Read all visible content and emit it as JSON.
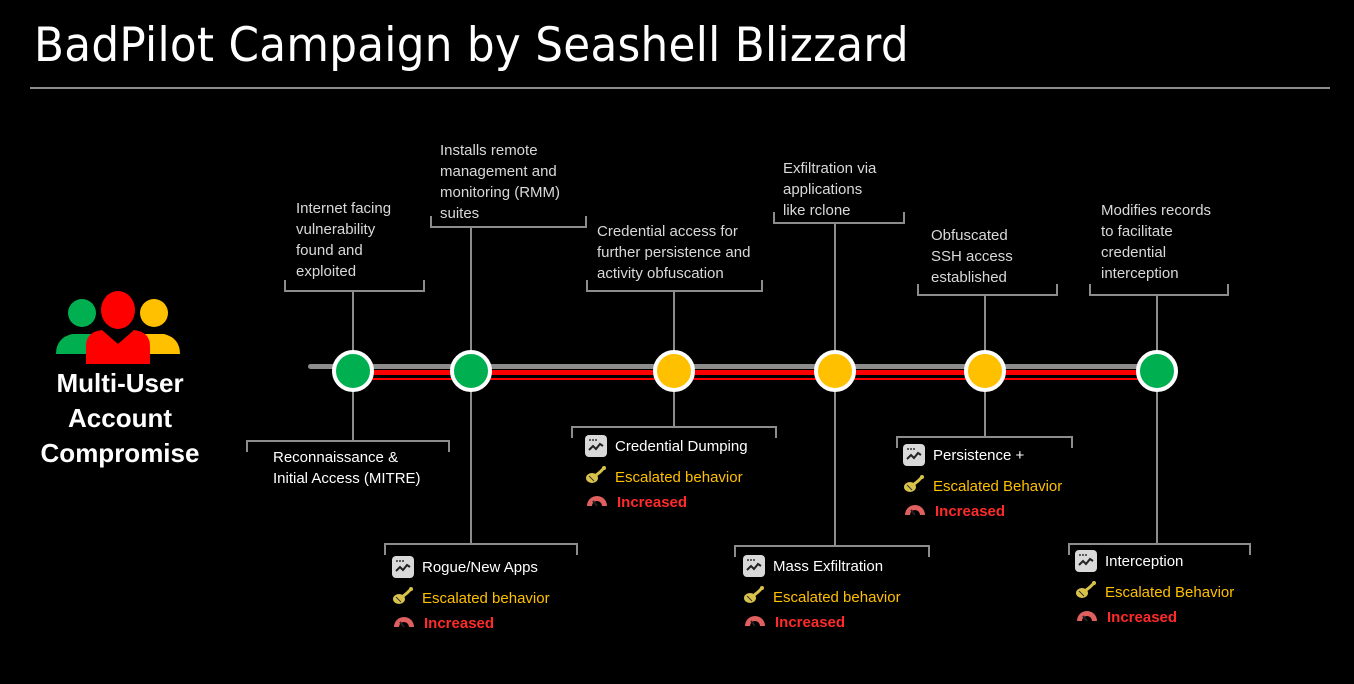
{
  "title": "BadPilot Campaign by Seashell Blizzard",
  "left_label": [
    "Multi-User",
    "Account",
    "Compromise"
  ],
  "colors": {
    "green": "#00b050",
    "yellow": "#ffc000",
    "red": "#ff0000",
    "gray": "#8c8c8c"
  },
  "steps": [
    {
      "status": "green",
      "top": [
        "Internet facing",
        "vulnerability",
        "found and",
        "exploited"
      ],
      "bottom_label": [
        "Reconnaissance &",
        "Initial Access (MITRE)"
      ]
    },
    {
      "status": "green",
      "top": [
        "Installs remote",
        "management and",
        "monitoring (RMM)",
        "suites"
      ],
      "card": {
        "title": "Rogue/New Apps",
        "behavior": "Escalated behavior",
        "level": "Increased"
      }
    },
    {
      "status": "yellow",
      "top": [
        "Credential access for",
        "further persistence and",
        "activity obfuscation"
      ],
      "card": {
        "title": "Credential Dumping",
        "behavior": "Escalated behavior",
        "level": "Increased"
      }
    },
    {
      "status": "yellow",
      "top": [
        "Exfiltration via",
        "applications",
        "like rclone"
      ],
      "card": {
        "title": "Mass Exfiltration",
        "behavior": "Escalated behavior",
        "level": "Increased"
      }
    },
    {
      "status": "yellow",
      "top": [
        "Obfuscated",
        "SSH access",
        "established"
      ],
      "card": {
        "title": "Persistence +",
        "behavior": "Escalated Behavior",
        "level": "Increased"
      }
    },
    {
      "status": "green",
      "top": [
        "Modifies records",
        "to facilitate",
        "credential",
        "interception"
      ],
      "card": {
        "title": "Interception",
        "behavior": "Escalated Behavior",
        "level": "Increased"
      }
    }
  ]
}
